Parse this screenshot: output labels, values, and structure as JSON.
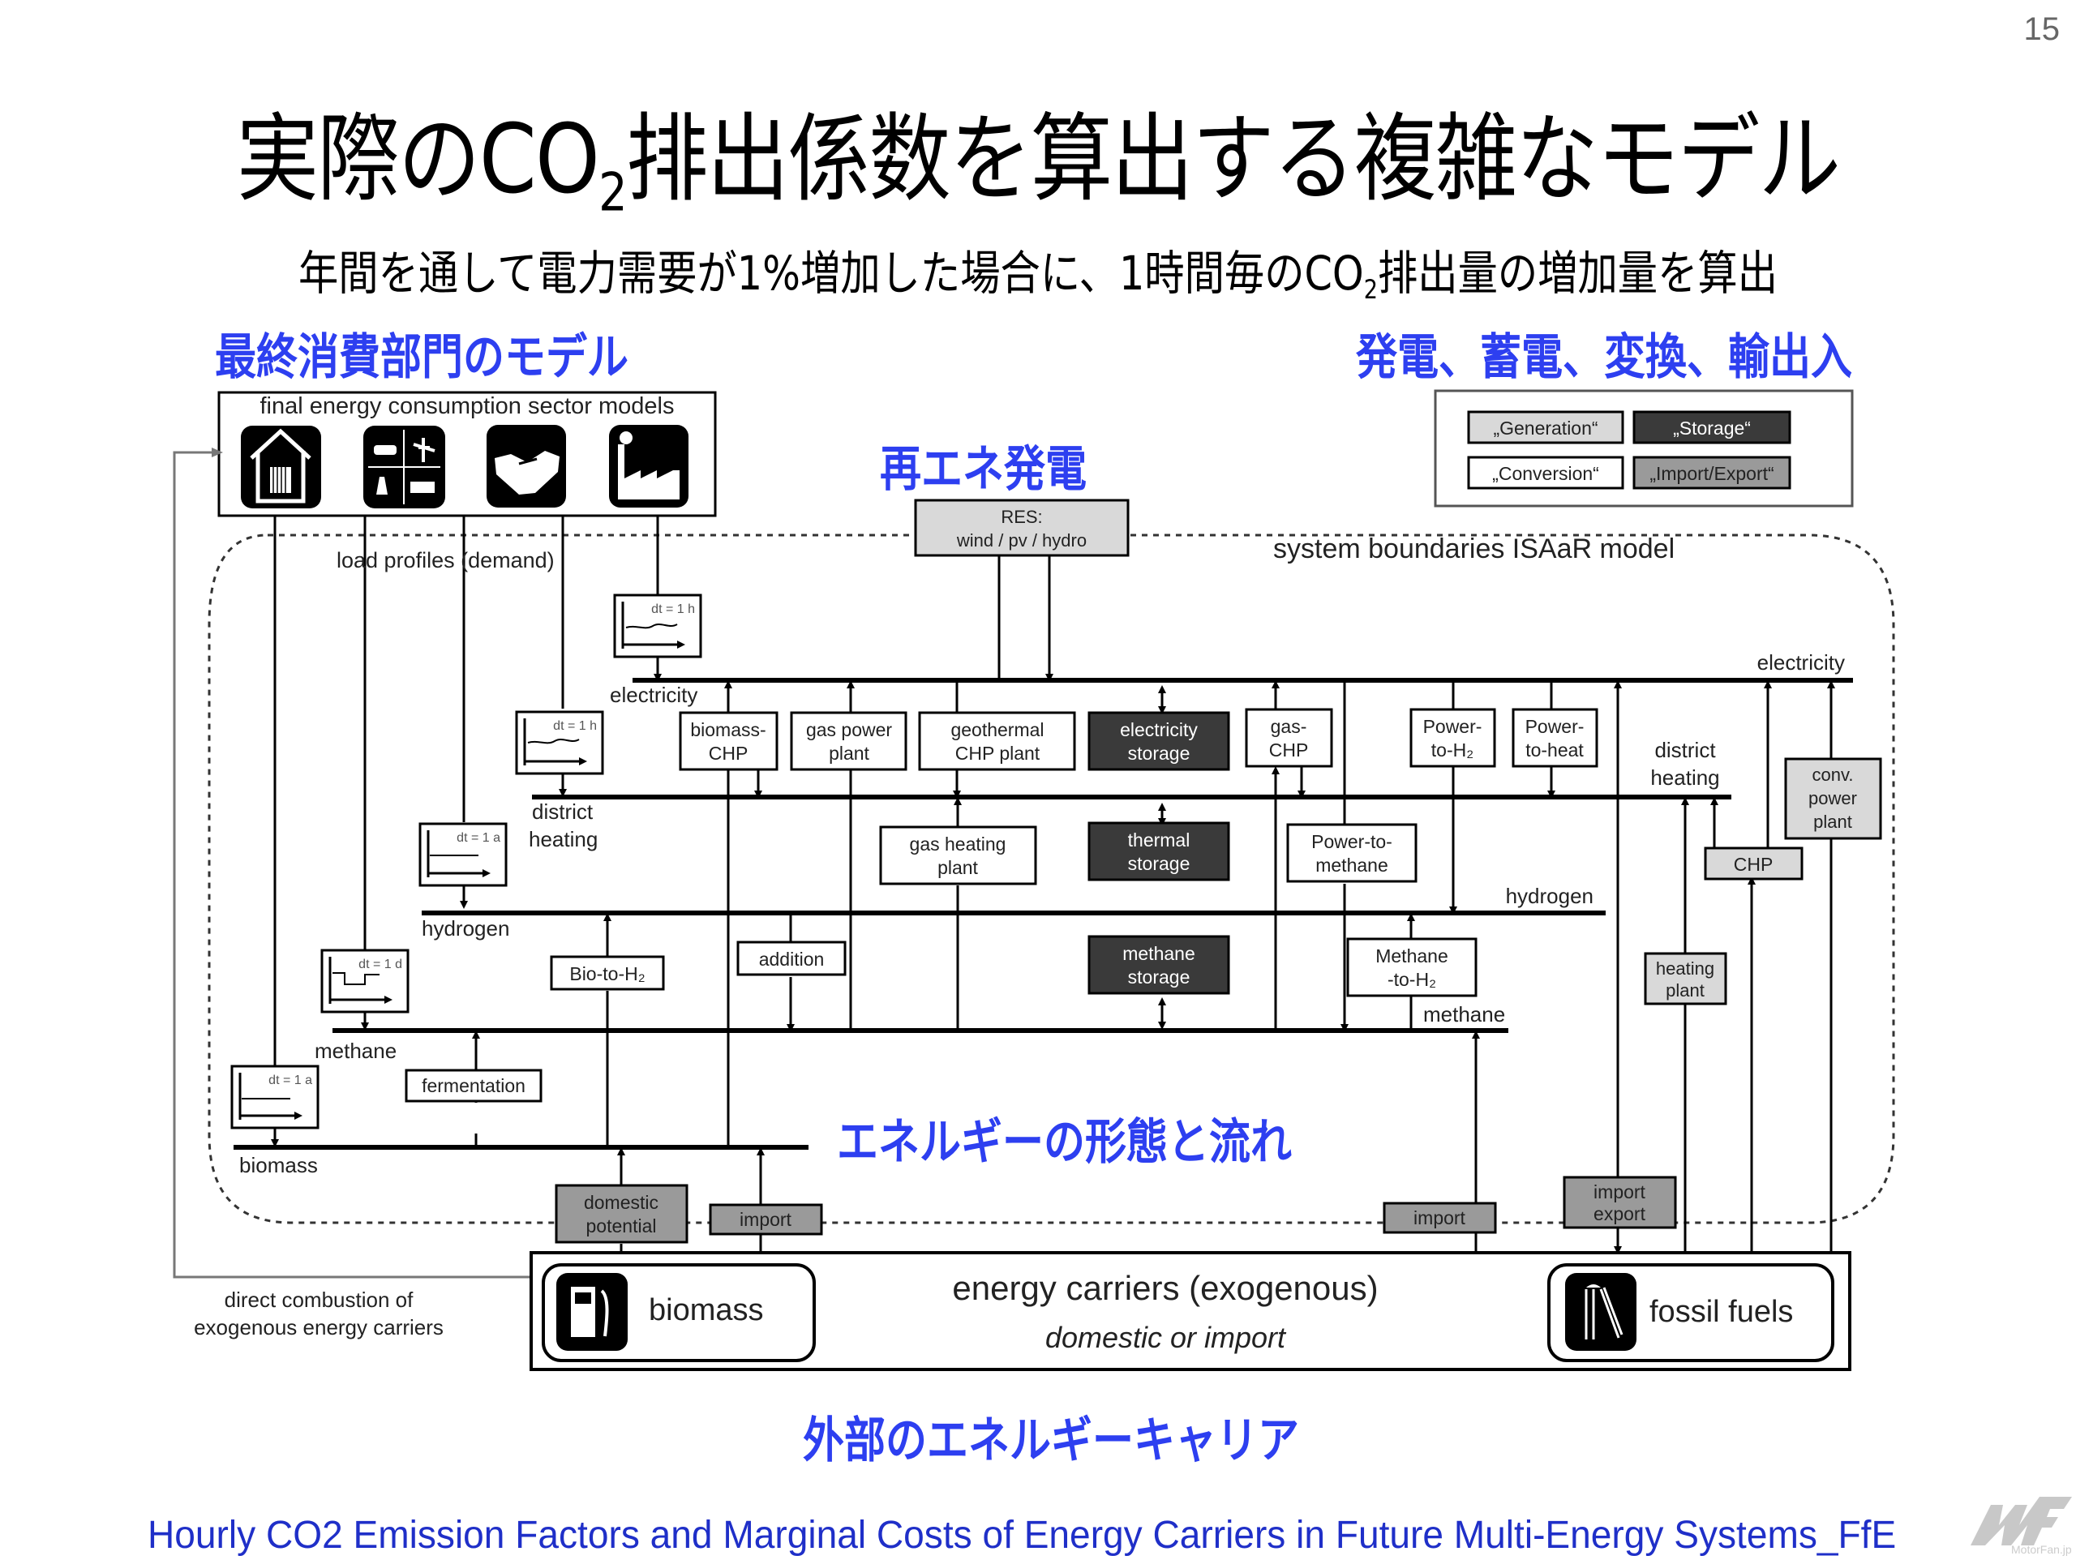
{
  "slide": {
    "page_number": "15",
    "title_part1": "実際のCO",
    "title_sub": "2",
    "title_part2": "排出係数を算出する複雑なモデル",
    "subtitle_part1": "年間を通して電力需要が1%増加した場合に、1時間毎のCO",
    "subtitle_sub": "2",
    "subtitle_part2": "排出量の増加量を算出",
    "citation": "Hourly CO2 Emission Factors and Marginal Costs of Energy Carriers in Future Multi-Energy Systems_FfE",
    "watermark": "MotorFan.jp"
  },
  "annotations": {
    "final_consumption": "最終消費部門のモデル",
    "generation_storage": "発電、蓄電、変換、輸出入",
    "renewable": "再エネ発電",
    "energy_flow": "エネルギーの形態と流れ",
    "external_carriers": "外部のエネルギーキャリア"
  },
  "colors": {
    "annotation_blue": "#2d3ff0",
    "citation_blue": "#1f2fc8",
    "generation_fill": "#d9d9d9",
    "storage_fill": "#3a3a3a",
    "import_export_fill": "#9a9a9a",
    "conversion_fill": "#ffffff"
  },
  "diagram": {
    "sector_box_title": "final energy consumption sector models",
    "sector_icons": [
      "house-heating-icon",
      "transport-icon",
      "handshake-icon",
      "factory-icon"
    ],
    "load_profiles_label": "load profiles (demand)",
    "system_boundary_label": "system boundaries ISAaR model",
    "legend": {
      "generation": "„Generation“",
      "storage": "„Storage“",
      "conversion": "„Conversion“",
      "import_export": "„Import/Export“"
    },
    "res_box": {
      "line1": "RES:",
      "line2": "wind / pv / hydro"
    },
    "profiles": {
      "electricity": "dt = 1 h",
      "district_heating": "dt = 1 h",
      "hydrogen": "dt = 1 a",
      "methane": "dt = 1 d",
      "biomass": "dt = 1 a"
    },
    "buses": {
      "electricity_left": "electricity",
      "electricity_right": "electricity",
      "district_heating_left_1": "district",
      "district_heating_left_2": "heating",
      "district_heating_right_1": "district",
      "district_heating_right_2": "heating",
      "hydrogen_left": "hydrogen",
      "hydrogen_right": "hydrogen",
      "methane_left": "methane",
      "methane_right": "methane",
      "biomass": "biomass"
    },
    "components": {
      "biomass_chp": [
        "biomass-",
        "CHP"
      ],
      "gas_power_plant": [
        "gas power",
        "plant"
      ],
      "geothermal_chp": [
        "geothermal",
        "CHP plant"
      ],
      "electricity_storage": [
        "electricity",
        "storage"
      ],
      "gas_chp": [
        "gas-",
        "CHP"
      ],
      "power_to_h2": [
        "Power-",
        "to-H₂"
      ],
      "power_to_heat": [
        "Power-",
        "to-heat"
      ],
      "gas_heating_plant": [
        "gas heating",
        "plant"
      ],
      "thermal_storage": [
        "thermal",
        "storage"
      ],
      "power_to_methane": [
        "Power-to-",
        "methane"
      ],
      "conv_power_plant": [
        "conv.",
        "power",
        "plant"
      ],
      "chp": [
        "CHP"
      ],
      "bio_to_h2": [
        "Bio-to-H₂"
      ],
      "addition": [
        "addition"
      ],
      "methane_storage": [
        "methane",
        "storage"
      ],
      "methane_to_h2": [
        "Methane",
        "-to-H₂"
      ],
      "heating_plant": [
        "heating",
        "plant"
      ],
      "fermentation": [
        "fermentation"
      ],
      "domestic_potential": [
        "domestic",
        "potential"
      ],
      "import_left": [
        "import"
      ],
      "import_right": [
        "import"
      ],
      "import_export": [
        "import",
        "export"
      ]
    },
    "exogenous": {
      "title": "energy carriers (exogenous)",
      "subtitle": "domestic or import",
      "biomass_label": "biomass",
      "fossil_label": "fossil fuels",
      "direct_combustion_1": "direct combustion of",
      "direct_combustion_2": "exogenous energy carriers"
    }
  }
}
